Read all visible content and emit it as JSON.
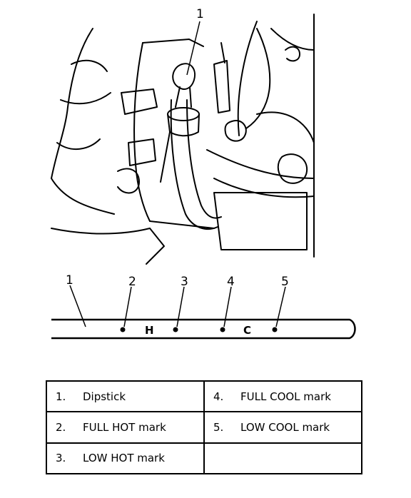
{
  "figure": {
    "top_callout": "1",
    "dipstick_callouts": [
      "1",
      "2",
      "3",
      "4",
      "5"
    ],
    "stick_letters": [
      "H",
      "C"
    ]
  },
  "legend": {
    "rows": [
      [
        {
          "num": "1.",
          "text": "Dipstick"
        },
        {
          "num": "4.",
          "text": "FULL COOL mark"
        }
      ],
      [
        {
          "num": "2.",
          "text": "FULL HOT mark"
        },
        {
          "num": "5.",
          "text": "LOW COOL mark"
        }
      ],
      [
        {
          "num": "3.",
          "text": "LOW HOT mark"
        },
        {
          "num": "",
          "text": ""
        }
      ]
    ]
  }
}
